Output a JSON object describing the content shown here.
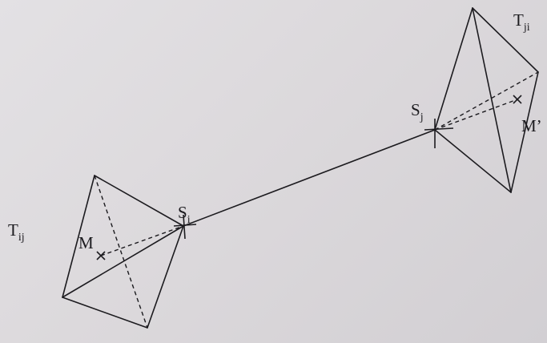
{
  "labels": {
    "t_ij": {
      "main": "T",
      "sub": "ij"
    },
    "t_ji": {
      "main": "T",
      "sub": "ji"
    },
    "s_i": {
      "main": "S",
      "sub": "i"
    },
    "s_j": {
      "main": "S",
      "sub": "j"
    },
    "m": {
      "main": "M",
      "sub": ""
    },
    "m_prime": {
      "main": "M’",
      "sub": ""
    }
  }
}
